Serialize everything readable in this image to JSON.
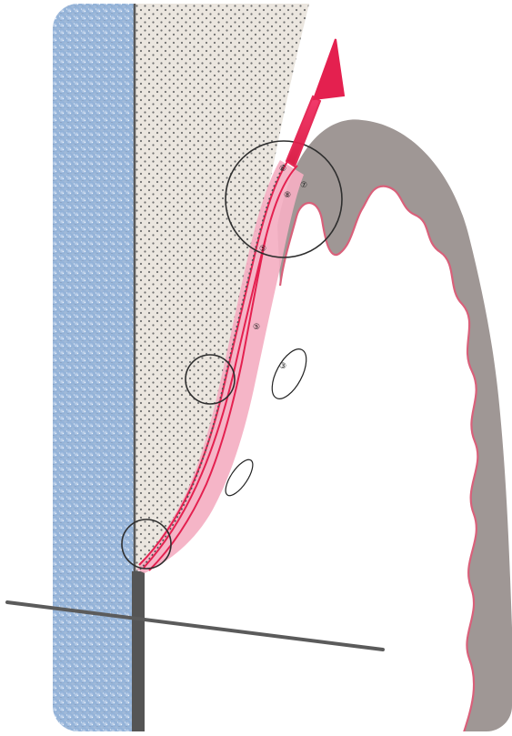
{
  "diagram": {
    "labels": {
      "circle_a": "⑥",
      "circle_b": "⑦",
      "circle_c": "⑧",
      "circle_d": "⑤",
      "circle_e": "⑤",
      "circle_f": "③"
    }
  },
  "colors": {
    "background": "#ffffff",
    "blue_glow": "#9fb8da",
    "stipple_region": "#e9e4de",
    "dot": "#6f6f6f",
    "gray_mass": "#9f9795",
    "pink_outline": "#d9607a",
    "accent_red": "#e4204f",
    "pink_fill": "#f6b7c9",
    "line": "#4f4f4f",
    "dark_column": "#555555"
  }
}
